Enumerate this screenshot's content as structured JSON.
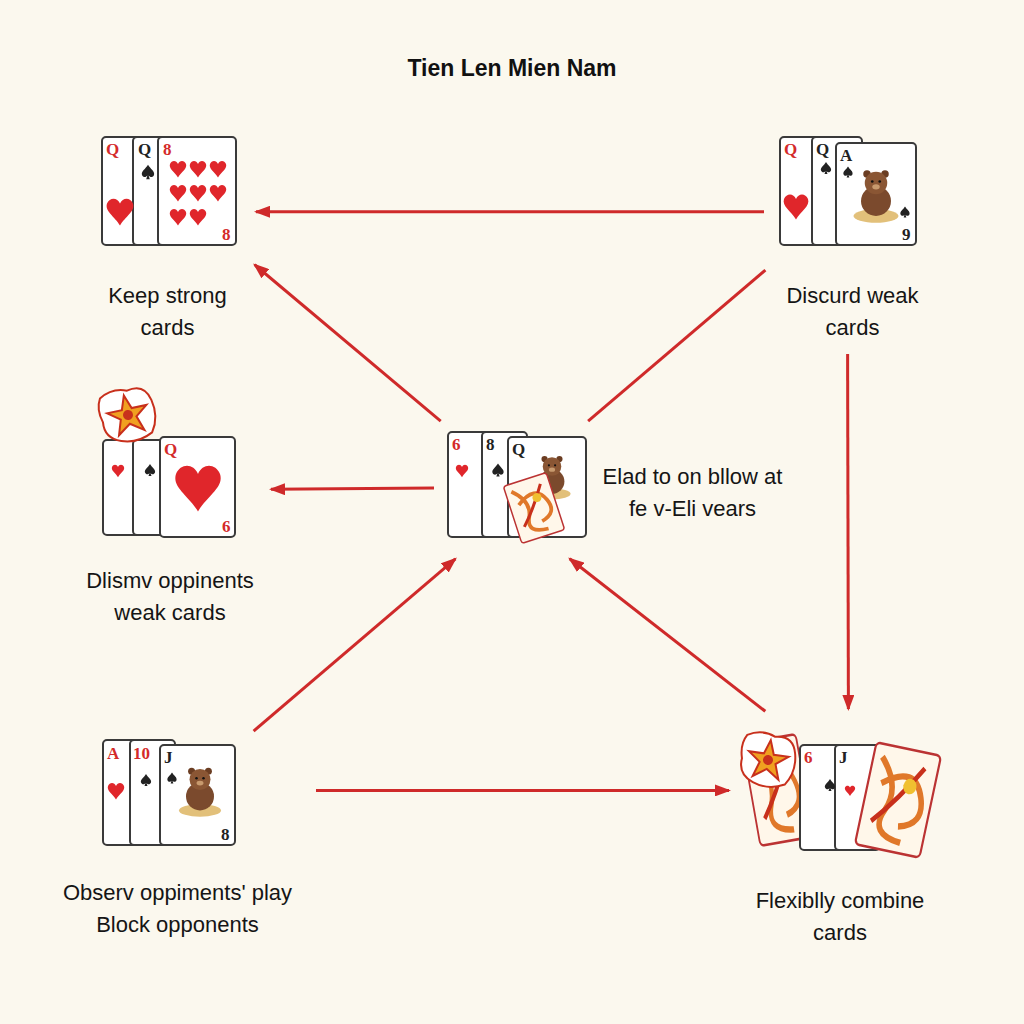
{
  "diagram": {
    "title": "Tien Len Mien Nam",
    "nodes": [
      {
        "text": [
          "Keep strong cards"
        ]
      },
      {
        "text": [
          "Discurd weak cards"
        ]
      },
      {
        "text": [
          "Dlismv oppinents weak cards"
        ]
      },
      {
        "text": [
          "Elad to on bllow at fe v-Eli vears"
        ]
      },
      {
        "text": [
          "Observ oppiments' play Block opponents"
        ]
      },
      {
        "text": [
          "Flexiblly combine cards"
        ]
      }
    ],
    "edges": [
      {
        "from": 1,
        "to": 0,
        "arrow": "to"
      },
      {
        "from": 3,
        "to": 0,
        "arrow": "to"
      },
      {
        "from": 1,
        "to": 3,
        "arrow": "none"
      },
      {
        "from": 3,
        "to": 2,
        "arrow": "to"
      },
      {
        "from": 1,
        "to": 5,
        "arrow": "to"
      },
      {
        "from": 4,
        "to": 3,
        "arrow": "to"
      },
      {
        "from": 4,
        "to": 5,
        "arrow": "to"
      },
      {
        "from": 5,
        "to": 3,
        "arrow": "to"
      }
    ],
    "labels": [
      "Q",
      "Q",
      "8",
      "8",
      "Q",
      "Q",
      "A",
      "9",
      "Q",
      "6",
      "6",
      "8",
      "Q",
      "A",
      "10",
      "J",
      "8",
      "6",
      "J"
    ]
  }
}
